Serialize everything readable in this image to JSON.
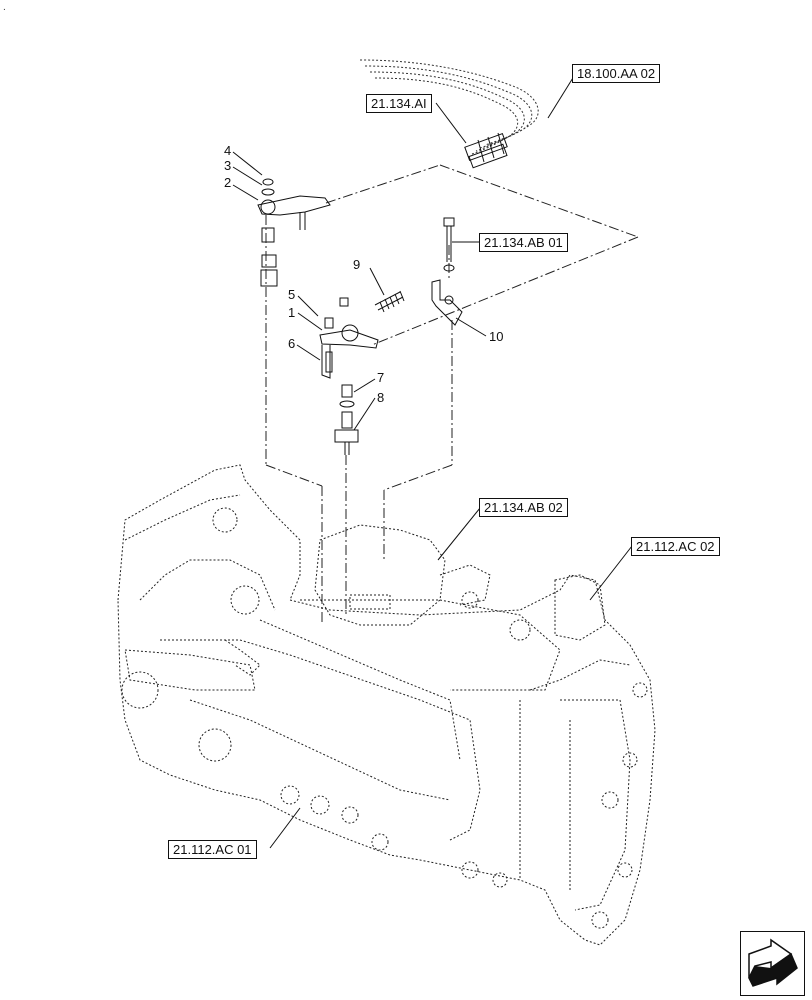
{
  "corner_mark": ".",
  "references": {
    "r18100aa02": "18.100.AA 02",
    "r21134ai": "21.134.AI",
    "r21134ab01": "21.134.AB 01",
    "r21134ab02": "21.134.AB 02",
    "r21112ac02": "21.112.AC 02",
    "r21112ac01": "21.112.AC 01"
  },
  "callouts": {
    "n1": "1",
    "n2": "2",
    "n3": "3",
    "n4": "4",
    "n5": "5",
    "n6": "6",
    "n7": "7",
    "n8": "8",
    "n9": "9",
    "n10": "10"
  },
  "icons": {
    "navigation": "next-page-arrow-icon"
  }
}
